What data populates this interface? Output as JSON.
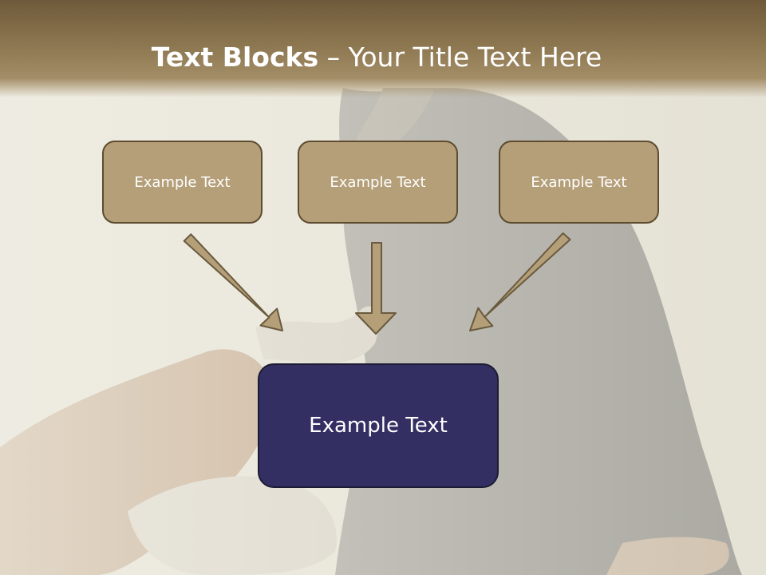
{
  "title": {
    "bold": "Text Blocks",
    "separator": " – ",
    "rest": "Your Title Text Here"
  },
  "blocks": [
    {
      "label": "Example Text"
    },
    {
      "label": "Example Text"
    },
    {
      "label": "Example Text"
    }
  ],
  "target": {
    "label": "Example Text"
  },
  "colors": {
    "header": "#8c7650",
    "block_fill": "#b59f79",
    "block_border": "#5e4c30",
    "target_fill": "#332f63",
    "arrow_fill": "#b59f79"
  }
}
